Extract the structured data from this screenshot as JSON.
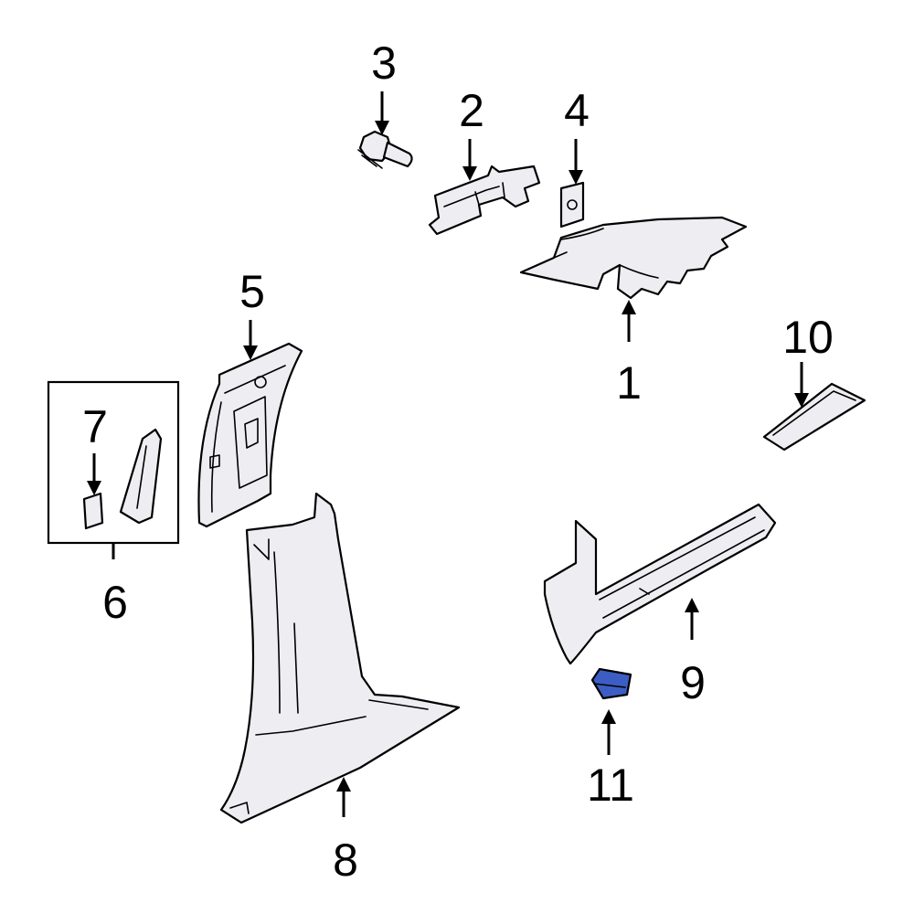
{
  "callouts": [
    {
      "id": "1",
      "text": "1"
    },
    {
      "id": "2",
      "text": "2"
    },
    {
      "id": "3",
      "text": "3"
    },
    {
      "id": "4",
      "text": "4"
    },
    {
      "id": "5",
      "text": "5"
    },
    {
      "id": "6",
      "text": "6"
    },
    {
      "id": "7",
      "text": "7"
    },
    {
      "id": "8",
      "text": "8"
    },
    {
      "id": "9",
      "text": "9"
    },
    {
      "id": "10",
      "text": "10"
    },
    {
      "id": "11",
      "text": "11"
    }
  ],
  "highlight": {
    "part": "11",
    "color": "#3c5ec4"
  }
}
